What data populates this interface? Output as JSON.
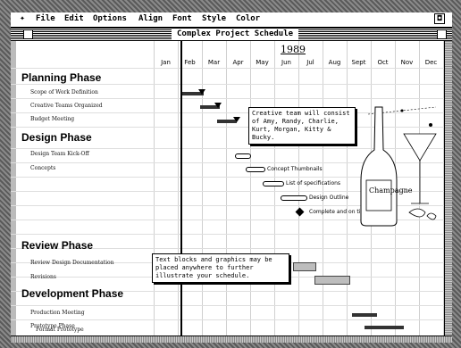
{
  "menu": [
    "File",
    "Edit",
    "Options",
    "Align",
    "Font",
    "Style",
    "Color"
  ],
  "window": {
    "title": "Complex Project Schedule"
  },
  "year": "1989",
  "months": [
    "Jan",
    "Feb",
    "Mar",
    "Apr",
    "May",
    "Jun",
    "Jul",
    "Aug",
    "Sept",
    "Oct",
    "Nov",
    "Dec"
  ],
  "phases": {
    "planning": "Planning Phase",
    "design": "Design Phase",
    "review": "Review Phase",
    "development": "Development Phase"
  },
  "tasks": {
    "scope": "Scope of Work Definition",
    "teams": "Creative Teams Organized",
    "budget": "Budget Meeting",
    "kickoff": "Design Team Kick-Off",
    "concepts": "Concepts",
    "review_doc": "Review Design Documentation",
    "revisions": "Revisions",
    "production": "Production Meeting",
    "prototype": "Prototype Phase",
    "format": "Format Prototype"
  },
  "milestones": {
    "thumbnails": "Concept Thumbnails",
    "specs": "List of specifications",
    "outline": "Design Outline",
    "complete": "Complete and on time!"
  },
  "callouts": {
    "team": "Creative team will consist of Amy, Randy, Charlie, Kurt, Morgan, Kitty & Bucky.",
    "textblocks": "Text blocks and graphics may be placed anywhere to further illustrate your schedule."
  },
  "art": {
    "label": "Champagne"
  }
}
